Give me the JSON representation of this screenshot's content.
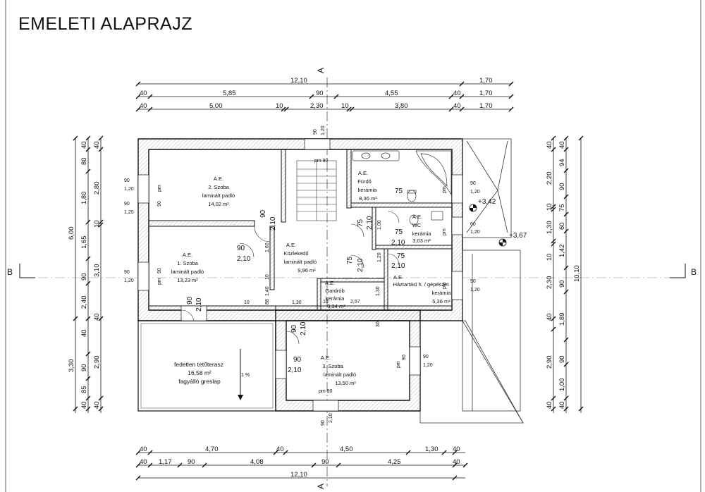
{
  "title": "EMELETI ALAPRAJZ",
  "section_markers": {
    "a": "A",
    "b": "B"
  },
  "top_dims": {
    "row1": [
      "12,10",
      "1,70"
    ],
    "row2": [
      "40",
      "5,85",
      "90",
      "4,55",
      "40",
      "1,70"
    ],
    "row3": [
      "40",
      "5,00",
      "10",
      "2,30",
      "10",
      "3,80",
      "40",
      "1,70"
    ]
  },
  "bottom_dims": {
    "row1": [
      "40",
      "4,70",
      "40",
      "4,50",
      "1,30",
      "40"
    ],
    "row2": [
      "40",
      "1,17",
      "90",
      "4,08",
      "90",
      "4,25",
      "40"
    ],
    "row3": [
      "12,10"
    ]
  },
  "left_dims": {
    "col1": [
      "6,00",
      "3,30"
    ],
    "col2": [
      "40",
      "80",
      "1,80",
      "1,65",
      "90",
      "2,40",
      "40",
      "90",
      "85",
      "40"
    ],
    "col3": [
      "40",
      "2,80",
      "10",
      "3,10",
      "40",
      "2,90",
      "40"
    ]
  },
  "right_dims": {
    "col1": [
      "40",
      "2,20",
      "10",
      "1,30",
      "10",
      "2,30",
      "40",
      "2,90",
      "40"
    ],
    "col2": [
      "40",
      "94",
      "90",
      "75",
      "60",
      "1,42",
      "90",
      "1,89",
      "90",
      "1,00",
      "40"
    ],
    "col3": [
      "10,10"
    ]
  },
  "rooms": [
    {
      "ae": "A.E.",
      "name": "2. Szoba",
      "floor": "laminált padló",
      "area": "14,02 m²"
    },
    {
      "ae": "A.E.",
      "name": "1. Szoba",
      "floor": "laminált padló",
      "area": "13,23 m²"
    },
    {
      "ae": "A.E.",
      "name": "Közlekedő",
      "floor": "laminált padló",
      "area": "9,96 m²"
    },
    {
      "ae": "A.E.",
      "name": "Fürdő",
      "floor": "kerámia",
      "area": "8,36 m²"
    },
    {
      "ae": "A.E.",
      "name": "WC",
      "floor": "kerámia",
      "area": "3,03 m²"
    },
    {
      "ae": "A.E.",
      "name": "Háztartási h. / gépészet",
      "floor": "kerámia",
      "area": "5,36 m²"
    },
    {
      "ae": "A.E.",
      "name": "Gardrób",
      "floor": "kerámia",
      "area": "3,34 m²"
    },
    {
      "ae": "A.E.",
      "name": "3. Szoba",
      "floor": "laminált padló",
      "area": "13,50 m²"
    }
  ],
  "terrace": {
    "name": "fedetlen tetőterasz",
    "area": "16,58 m²",
    "floor": "fagyálló greslap",
    "slope": "1 %"
  },
  "levels": [
    "+3,42",
    "+3,67"
  ],
  "openings": {
    "pm90": "pm 90",
    "pm": "pm",
    "w90": "90",
    "w120": "1,20",
    "w60": "60",
    "d90": "90",
    "d75": "75",
    "d210": "2,10",
    "d100": "1,00",
    "d160": "1,60",
    "d140": "1,40",
    "d130": "1,30",
    "d10": "10",
    "d88": "88",
    "d257": "2,57",
    "d30": "30",
    "d120": "1,20"
  }
}
